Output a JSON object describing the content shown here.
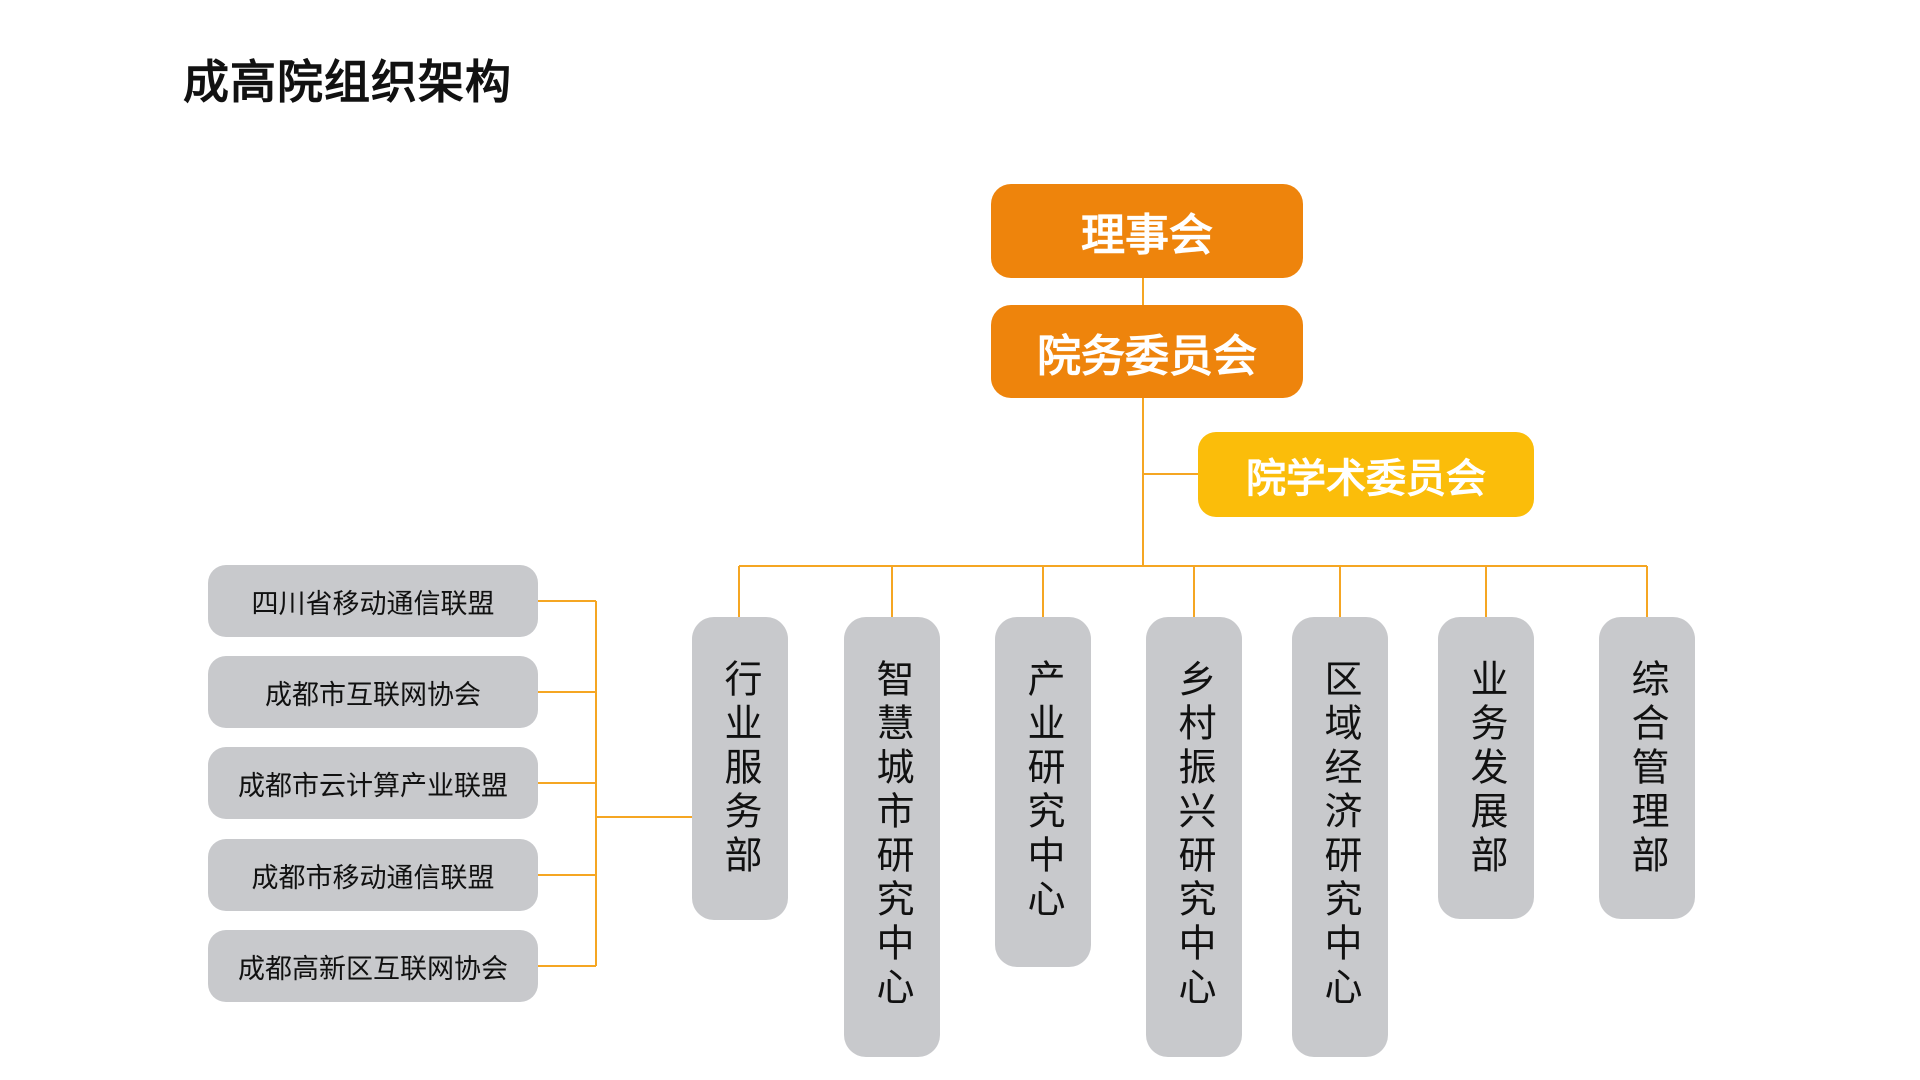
{
  "title": "成高院组织架构",
  "colors": {
    "primary_orange": "#ee840c",
    "accent_yellow": "#fbbd0a",
    "node_gray": "#c8c9cc",
    "connector": "#f5a623"
  },
  "top": {
    "board": "理事会",
    "committee": "院务委员会",
    "academic": "院学术委员会"
  },
  "departments": [
    "行业服务部",
    "智慧城市研究中心",
    "产业研究中心",
    "乡村振兴研究中心",
    "区域经济研究中心",
    "业务发展部",
    "综合管理部"
  ],
  "alliances": [
    "四川省移动通信联盟",
    "成都市互联网协会",
    "成都市云计算产业联盟",
    "成都市移动通信联盟",
    "成都高新区互联网协会"
  ]
}
